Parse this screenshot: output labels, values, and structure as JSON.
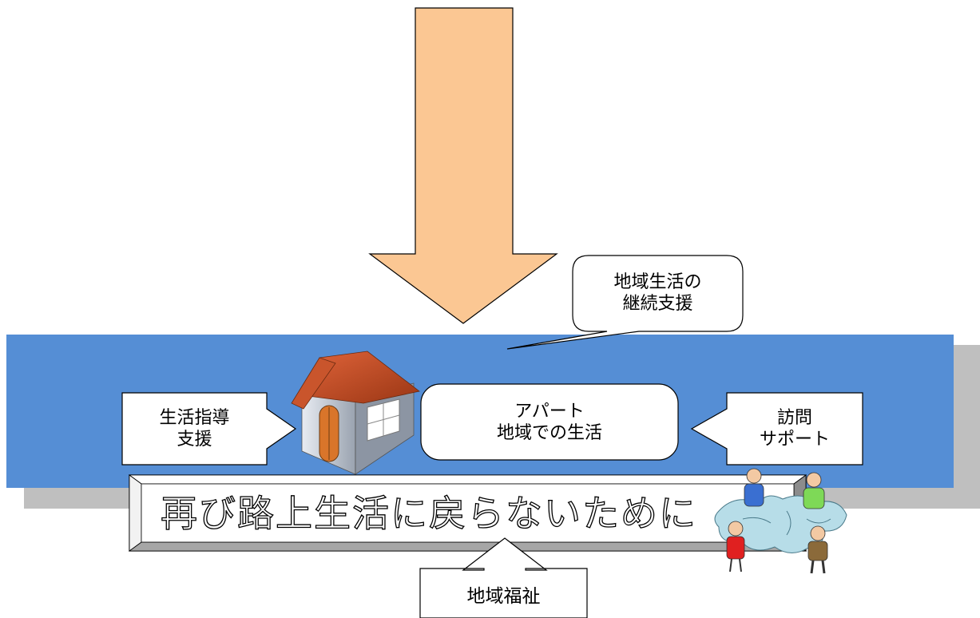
{
  "colors": {
    "band": "#558ed5",
    "band_shadow": "#bfbfbf",
    "arrow_fill": "#fbc793",
    "box_fill": "#ffffff",
    "stroke": "#000000"
  },
  "callout": {
    "line1": "地域生活の",
    "line2": "継続支援"
  },
  "left_arrow": {
    "line1": "生活指導",
    "line2": "支援"
  },
  "right_arrow": {
    "line1": "訪問",
    "line2": "サポート"
  },
  "center_box": {
    "line1": "アパート",
    "line2": "地域での生活"
  },
  "banner": {
    "text": "再び路上生活に戻らないために"
  },
  "bottom_arrow": {
    "label": "地域福祉"
  },
  "icons": {
    "house": "house-icon",
    "people": "people-puzzle-icon"
  }
}
